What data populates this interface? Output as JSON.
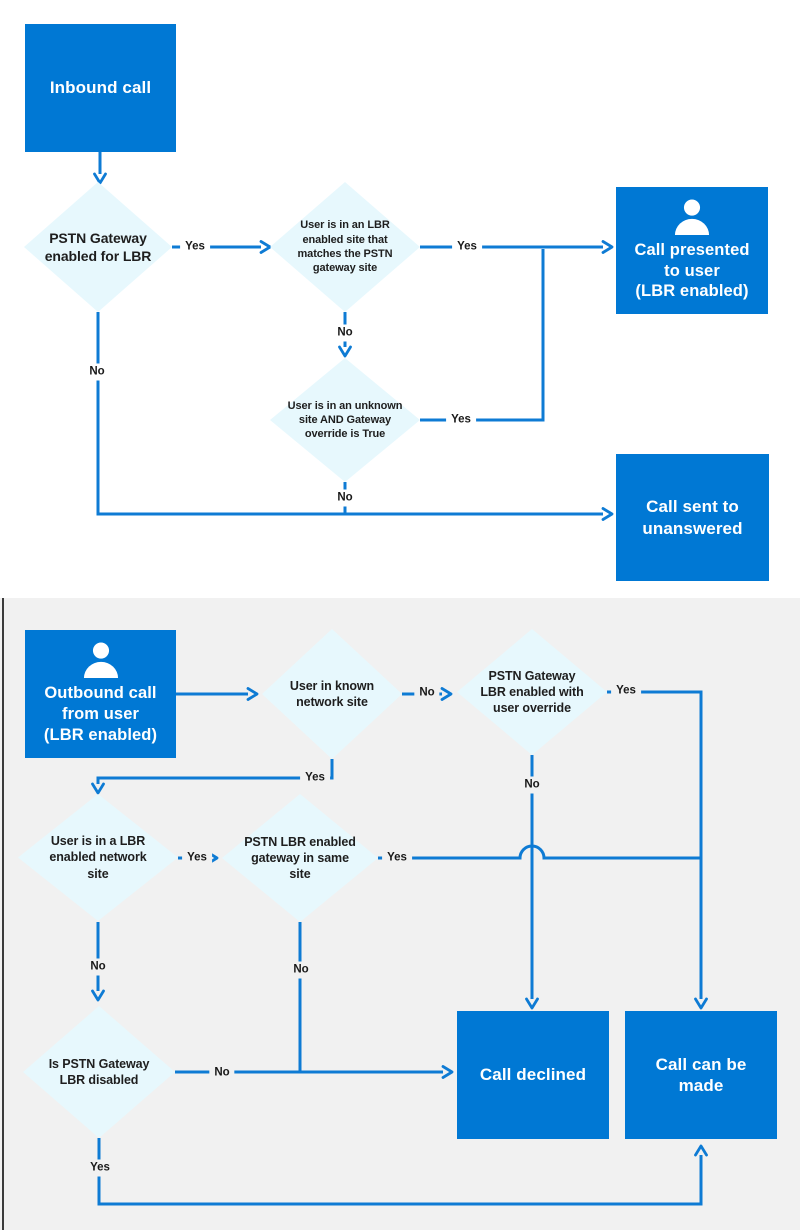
{
  "colors": {
    "box_blue": "#0078D4",
    "diamond_fill": "#E7F8FD",
    "line_blue": "#0E7BD4",
    "bottom_section_bg": "#F1F1F1"
  },
  "inbound": {
    "start": "Inbound call",
    "d_pstn_gateway": "PSTN Gateway\nenabled for LBR",
    "d_lbr_site_match": "User is in an LBR\nenabled site that\nmatches the PSTN\ngateway site",
    "d_unknown_site": "User is in an unknown\nsite AND Gateway\noverride is True",
    "end_presented": "Call presented\nto user\n(LBR enabled)",
    "end_unanswered": "Call sent to\nunanswered"
  },
  "outbound": {
    "start": "Outbound call\nfrom user\n(LBR enabled)",
    "d_known_site": "User in known\nnetwork site",
    "d_override": "PSTN Gateway\nLBR enabled with\nuser override",
    "d_lbr_network": "User is in a LBR\nenabled network\nsite",
    "d_gateway_same": "PSTN LBR enabled\ngateway in same\nsite",
    "d_gateway_disabled": "Is PSTN Gateway\nLBR disabled",
    "end_declined": "Call declined",
    "end_can_be_made": "Call can be\nmade"
  },
  "labels": {
    "yes": "Yes",
    "no": "No"
  }
}
